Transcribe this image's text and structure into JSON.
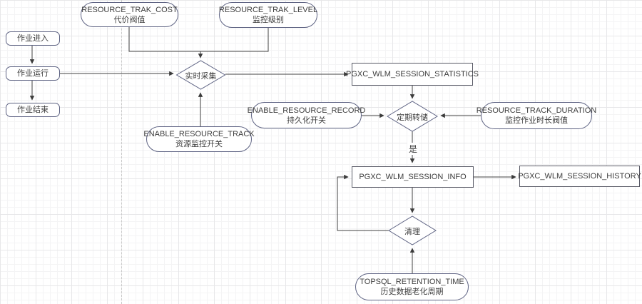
{
  "nodes": {
    "job_enter": {
      "label": "作业进入"
    },
    "job_running": {
      "label": "作业运行"
    },
    "job_end": {
      "label": "作业结束"
    },
    "trak_cost": {
      "line1": "RESOURCE_TRAK_COST",
      "line2": "代价阀值"
    },
    "trak_level": {
      "line1": "RESOURCE_TRAK_LEVEL",
      "line2": "监控级别"
    },
    "realtime_collect": {
      "label": "实时采集"
    },
    "session_statistics": {
      "label": "PGXC_WLM_SESSION_STATISTICS"
    },
    "enable_resource_record": {
      "line1": "ENABLE_RESOURCE_RECORD",
      "line2": "持久化开关"
    },
    "periodic_dump": {
      "label": "定期转储"
    },
    "resource_track_duration": {
      "line1": "RESOURCE_TRACK_DURATION",
      "line2": "监控作业时长阀值"
    },
    "enable_resource_track": {
      "line1": "ENABLE_RESOURCE_TRACK",
      "line2": "资源监控开关"
    },
    "session_info": {
      "label": "PGXC_WLM_SESSION_INFO"
    },
    "session_history": {
      "label": "PGXC_WLM_SESSION_HISTORY"
    },
    "cleanup": {
      "label": "清理"
    },
    "topsql_retention": {
      "line1": "TOPSQL_RETENTION_TIME",
      "line2": "历史数据老化周期"
    }
  },
  "edge_labels": {
    "yes": "是"
  },
  "colors": {
    "shape_border_indigo": "#5e6383",
    "shape_border_gray": "#595a66",
    "connector": "#424242",
    "arrowhead": "#3b3b3b",
    "grid_minor": "#f4f4f5",
    "grid_major": "#e7e7e9"
  }
}
